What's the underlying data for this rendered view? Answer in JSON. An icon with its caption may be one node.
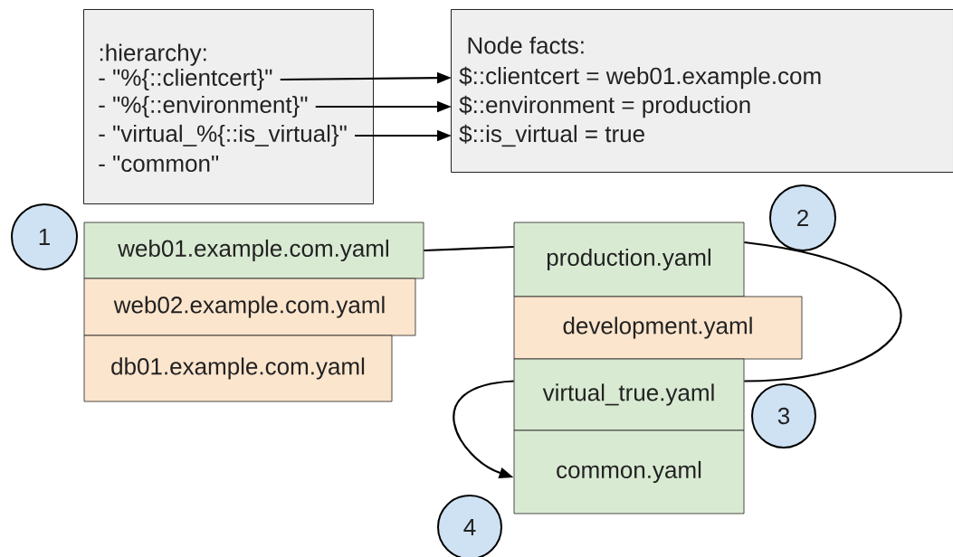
{
  "diagram": {
    "nodes": [
      {
        "text": [
          ":hierarchy:"
        ]
      },
      {
        "text": [
          "- \"%{::clientcert}\""
        ],
        "in": 0
      },
      {
        "text": [
          "- \"%{::environment}\""
        ],
        "in": 0
      },
      {
        "text": [
          "- \"virtual_%{::is_virtual}\""
        ],
        "in": 0
      },
      {
        "text": [
          "- \"common\""
        ],
        "in": 0
      },
      {
        "text": [
          "Node facts:"
        ]
      },
      {
        "text": [
          "$::clientcert = web01.example.com"
        ],
        "in": 5
      },
      {
        "text": [
          "$::environment = production"
        ],
        "in": 5
      },
      {
        "text": [
          "$::is_virtual = true"
        ],
        "in": 5
      },
      {
        "text": [
          "web01.example.com.yaml"
        ]
      },
      {
        "text": [
          "web02.example.com.yaml"
        ]
      },
      {
        "text": [
          "db01.example.com.yaml"
        ]
      },
      {
        "text": [
          "production.yaml"
        ]
      },
      {
        "text": [
          "development.yaml"
        ]
      },
      {
        "text": [
          "virtual_true.yaml"
        ]
      },
      {
        "text": [
          "common.yaml"
        ]
      },
      {
        "text": [
          "1"
        ]
      },
      {
        "text": [
          "2"
        ]
      },
      {
        "text": [
          "3"
        ]
      },
      {
        "text": [
          "4"
        ]
      }
    ],
    "edges": [
      {
        "from": 1,
        "to": 6,
        "arrow": "to"
      },
      {
        "from": 2,
        "to": 7,
        "arrow": "to"
      },
      {
        "from": 3,
        "to": 8,
        "arrow": "to"
      },
      {
        "from": 9,
        "to": 12,
        "arrow": "none"
      },
      {
        "from": 12,
        "to": 14,
        "arrow": "none"
      },
      {
        "from": 14,
        "to": 15,
        "arrow": "to"
      }
    ]
  }
}
